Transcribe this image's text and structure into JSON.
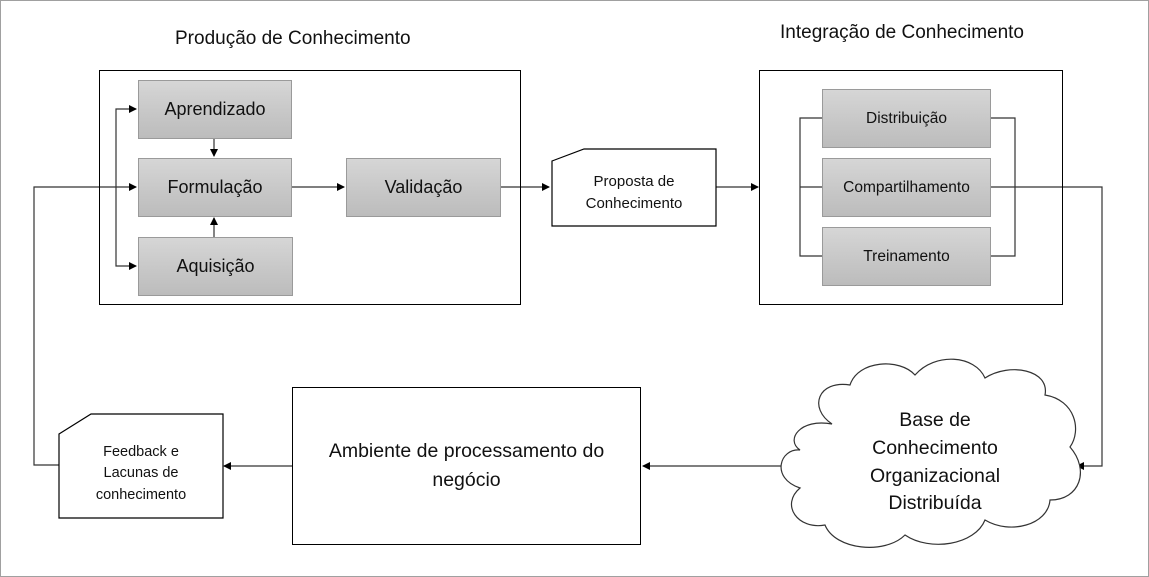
{
  "diagram": {
    "sections": {
      "production": {
        "title": "Produção de Conhecimento",
        "steps": {
          "learning": "Aprendizado",
          "formulation": "Formulação",
          "acquisition": "Aquisição",
          "validation": "Validação"
        }
      },
      "integration": {
        "title": "Integração de Conhecimento",
        "steps": {
          "distribution": "Distribuição",
          "sharing": "Compartilhamento",
          "training": "Treinamento"
        }
      }
    },
    "documents": {
      "proposal": {
        "line1": "Proposta de",
        "line2": "Conhecimento"
      },
      "feedback": {
        "line1": "Feedback e",
        "line2": "Lacunas de",
        "line3": "conhecimento"
      }
    },
    "business_environment": {
      "line1": "Ambiente de processamento do",
      "line2": "negócio"
    },
    "knowledge_base": {
      "line1": "Base de",
      "line2": "Conhecimento",
      "line3": "Organizacional",
      "line4": "Distribuída"
    },
    "connections": [
      {
        "from": "Aprendizado",
        "to": "Formulação"
      },
      {
        "from": "Aquisição",
        "to": "Formulação"
      },
      {
        "from": "Formulação",
        "to": "Validação"
      },
      {
        "from": "Validação",
        "to": "Proposta de Conhecimento"
      },
      {
        "from": "Proposta de Conhecimento",
        "to": "Integração de Conhecimento"
      },
      {
        "from": "Integração de Conhecimento",
        "to": "Base de Conhecimento Organizacional Distribuída"
      },
      {
        "from": "Base de Conhecimento Organizacional Distribuída",
        "to": "Ambiente de processamento do negócio"
      },
      {
        "from": "Ambiente de processamento do negócio",
        "to": "Feedback e Lacunas de conhecimento"
      },
      {
        "from": "Feedback e Lacunas de conhecimento",
        "to": "Produção de Conhecimento"
      }
    ]
  }
}
